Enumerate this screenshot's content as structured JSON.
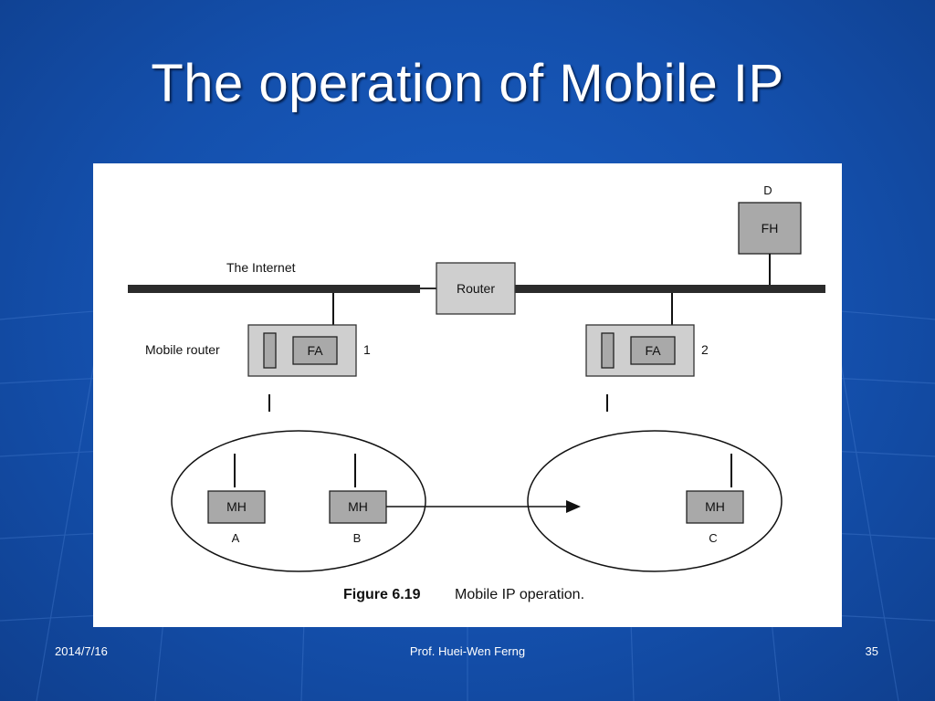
{
  "slide": {
    "title": "The operation of Mobile IP",
    "footer_date": "2014/7/16",
    "footer_author": "Prof. Huei-Wen Ferng",
    "page_number": "35"
  },
  "diagram": {
    "internet_label": "The Internet",
    "router_label": "Router",
    "mobile_router_label": "Mobile router",
    "fa_label": "FA",
    "fh_label": "FH",
    "mh_label": "MH",
    "node_d": "D",
    "node_a": "A",
    "node_b": "B",
    "node_c": "C",
    "network_1": "1",
    "network_2": "2",
    "caption_number": "Figure 6.19",
    "caption_text": "Mobile IP operation."
  },
  "colors": {
    "background": "#1450ad",
    "title_text": "#ffffff",
    "figure_background": "#ffffff"
  }
}
